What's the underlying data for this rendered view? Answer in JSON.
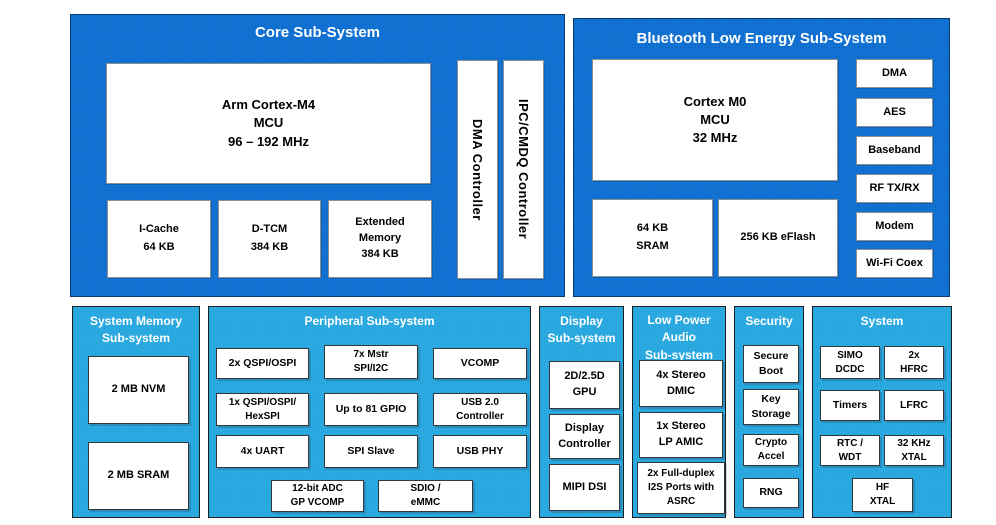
{
  "colors": {
    "dark_blue": "#1272d4",
    "light_blue": "#2baae2"
  },
  "core": {
    "title": "Core Sub-System",
    "mcu_lines": [
      "Arm Cortex-M4",
      "MCU",
      "96 – 192 MHz"
    ],
    "icache_lines": [
      "I-Cache",
      "64 KB"
    ],
    "dtcm_lines": [
      "D-TCM",
      "384 KB"
    ],
    "extended_memory_lines": [
      "Extended",
      "Memory",
      "384 KB"
    ],
    "dma_controller": "DMA Controller",
    "ipc_controller": "IPC/CMDQ Controller"
  },
  "ble": {
    "title": "Bluetooth Low Energy Sub-System",
    "mcu_lines": [
      "Cortex M0",
      "MCU",
      "32 MHz"
    ],
    "sram_lines": [
      "64 KB",
      "SRAM"
    ],
    "eflash": "256 KB eFlash",
    "side_blocks": [
      "DMA",
      "AES",
      "Baseband",
      "RF TX/RX",
      "Modem",
      "Wi-Fi Coex"
    ]
  },
  "system_memory": {
    "title_lines": [
      "System Memory",
      "Sub-system"
    ],
    "blocks": [
      "2 MB NVM",
      "2 MB SRAM"
    ]
  },
  "peripheral": {
    "title": "Peripheral Sub-system",
    "blocks": [
      [
        "2x QSPI/OSPI"
      ],
      [
        "7x Mstr",
        "SPI/I2C"
      ],
      [
        "VCOMP"
      ],
      [
        "1x QSPI/OSPI/",
        "HexSPI"
      ],
      [
        "Up to 81 GPIO"
      ],
      [
        "USB 2.0",
        "Controller"
      ],
      [
        "4x UART"
      ],
      [
        "SPI Slave"
      ],
      [
        "USB PHY"
      ],
      [
        "12-bit ADC",
        "GP VCOMP"
      ],
      [
        "SDIO /",
        "eMMC"
      ]
    ]
  },
  "display": {
    "title_lines": [
      "Display",
      "Sub-system"
    ],
    "blocks": [
      [
        "2D/2.5D",
        "GPU"
      ],
      [
        "Display",
        "Controller"
      ],
      [
        "MIPI DSI"
      ]
    ]
  },
  "audio": {
    "title_lines": [
      "Low Power",
      "Audio",
      "Sub-system"
    ],
    "blocks": [
      [
        "4x Stereo",
        "DMIC"
      ],
      [
        "1x Stereo",
        "LP AMIC"
      ],
      [
        "2x Full-duplex",
        "I2S Ports with",
        "ASRC"
      ]
    ]
  },
  "security": {
    "title": "Security",
    "blocks": [
      [
        "Secure",
        "Boot"
      ],
      [
        "Key",
        "Storage"
      ],
      [
        "Crypto",
        "Accel"
      ],
      [
        "RNG"
      ]
    ]
  },
  "system": {
    "title": "System",
    "blocks": [
      [
        "SIMO",
        "DCDC"
      ],
      [
        "2x",
        "HFRC"
      ],
      [
        "Timers"
      ],
      [
        "LFRC"
      ],
      [
        "RTC /",
        "WDT"
      ],
      [
        "32 KHz",
        "XTAL"
      ],
      [
        "HF",
        "XTAL"
      ]
    ]
  }
}
